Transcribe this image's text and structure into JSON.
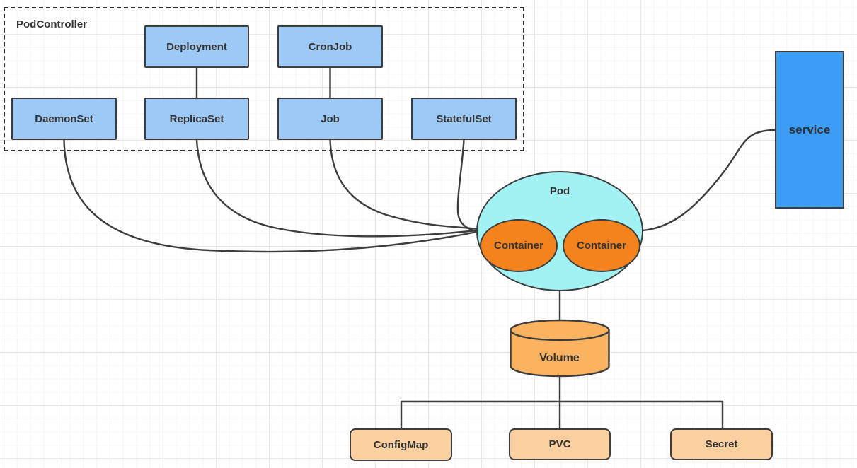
{
  "pod_controller": {
    "label": "PodController",
    "nodes": [
      {
        "id": "deployment",
        "label": "Deployment"
      },
      {
        "id": "cronjob",
        "label": "CronJob"
      },
      {
        "id": "daemonset",
        "label": "DaemonSet"
      },
      {
        "id": "replicaset",
        "label": "ReplicaSet"
      },
      {
        "id": "job",
        "label": "Job"
      },
      {
        "id": "statefulset",
        "label": "StatefulSet"
      }
    ]
  },
  "pod": {
    "label": "Pod",
    "containers": [
      {
        "label": "Container"
      },
      {
        "label": "Container"
      }
    ]
  },
  "service": {
    "label": "service"
  },
  "volume": {
    "label": "Volume"
  },
  "storage": [
    {
      "id": "configmap",
      "label": "ConfigMap"
    },
    {
      "id": "pvc",
      "label": "PVC"
    },
    {
      "id": "secret",
      "label": "Secret"
    }
  ],
  "edges": [
    {
      "from": "Deployment",
      "to": "ReplicaSet"
    },
    {
      "from": "CronJob",
      "to": "Job"
    },
    {
      "from": "DaemonSet",
      "to": "Pod"
    },
    {
      "from": "ReplicaSet",
      "to": "Pod"
    },
    {
      "from": "Job",
      "to": "Pod"
    },
    {
      "from": "StatefulSet",
      "to": "Pod"
    },
    {
      "from": "Pod",
      "to": "service"
    },
    {
      "from": "Pod",
      "to": "Volume"
    },
    {
      "from": "Volume",
      "to": "ConfigMap"
    },
    {
      "from": "Volume",
      "to": "PVC"
    },
    {
      "from": "Volume",
      "to": "Secret"
    }
  ],
  "colors": {
    "node_fill": "#9dc9f7",
    "service_fill": "#3d9df5",
    "pod_fill": "#a3f2f3",
    "container_fill": "#f5831d",
    "volume_fill": "#fbb361",
    "storage_fill": "#fbd0a0",
    "stroke": "#3d3d3d",
    "text": "#333333"
  }
}
